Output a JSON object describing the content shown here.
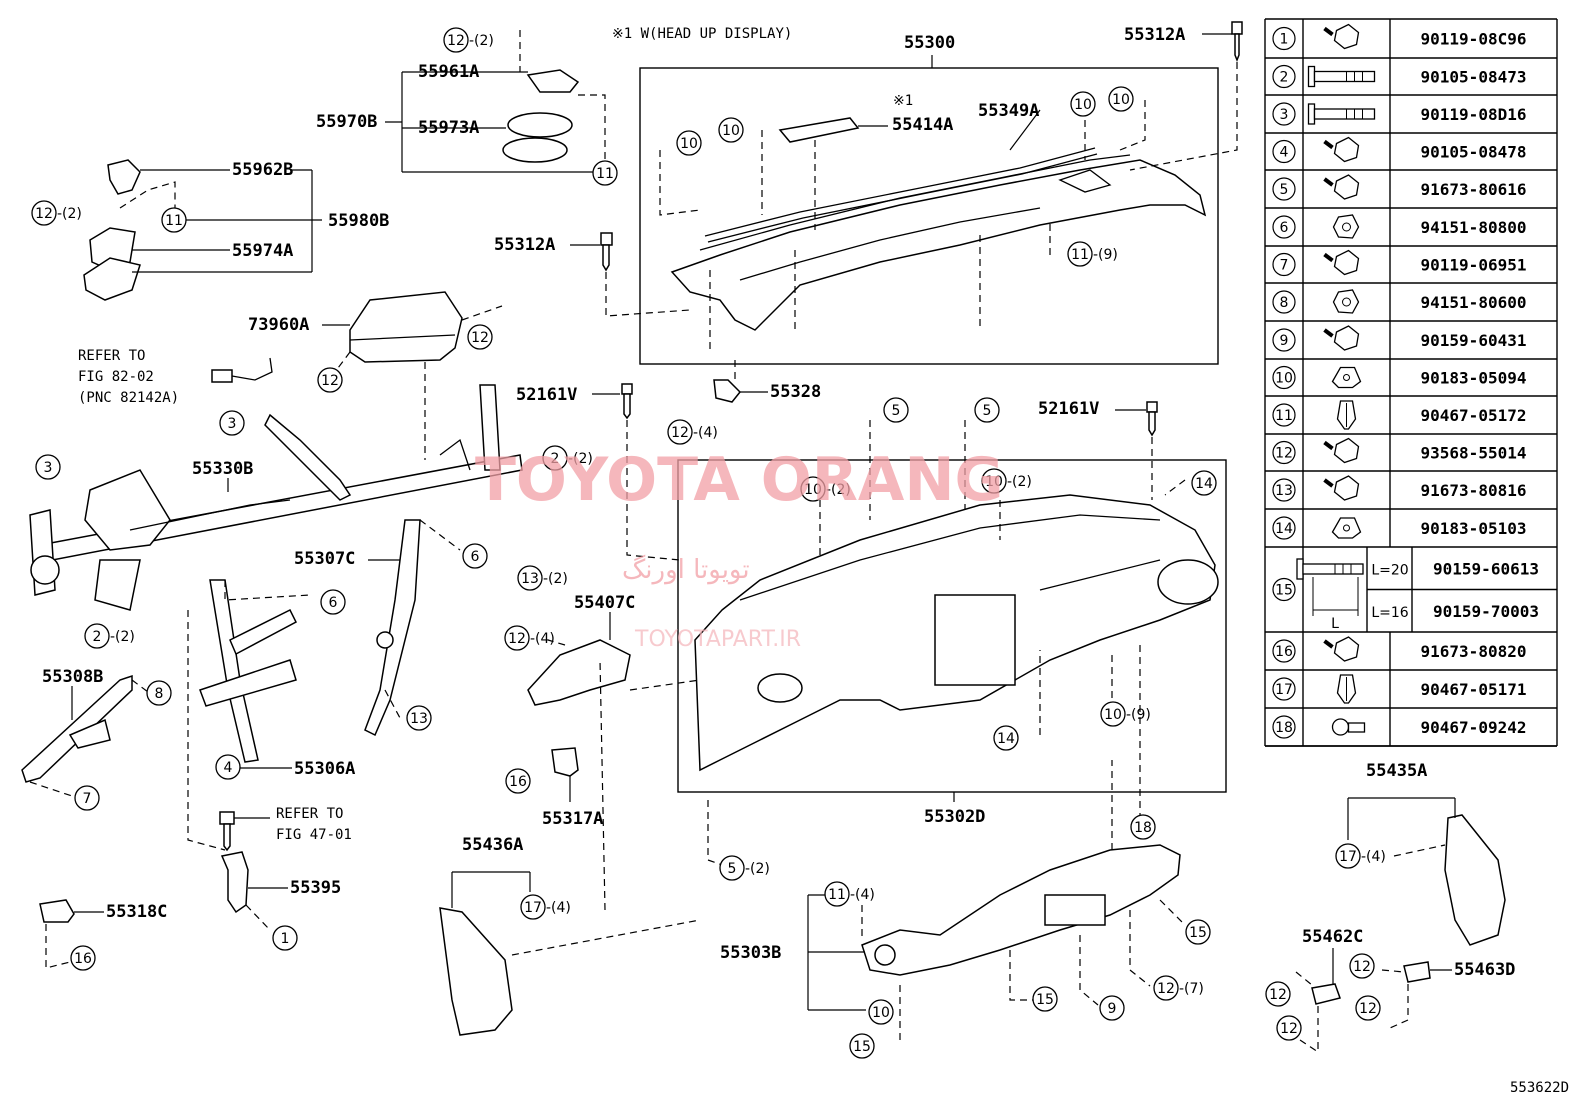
{
  "header_note": "※1  W(HEAD UP DISPLAY)",
  "diagram_code": "553622D",
  "watermark": {
    "brand": "TOYOTA ORANG",
    "persian": "تویوتا اورنگ",
    "site": "TOYOTAPART.IR"
  },
  "part_numbers": {
    "p55300": "55300",
    "p55312A_top": "55312A",
    "p55312A_mid": "55312A",
    "p55961A": "55961A",
    "p55970B": "55970B",
    "p55973A": "55973A",
    "p55962B": "55962B",
    "p55980B": "55980B",
    "p55974A": "55974A",
    "p55414A": "55414A",
    "p55349A": "55349A",
    "p73960A": "73960A",
    "p52161V_left": "52161V",
    "p52161V_right": "52161V",
    "p55328": "55328",
    "p55330B": "55330B",
    "p55307C": "55307C",
    "p55407C": "55407C",
    "p55308B": "55308B",
    "p55306A": "55306A",
    "p55317A": "55317A",
    "p55302D": "55302D",
    "p55436A": "55436A",
    "p55395": "55395",
    "p55318C": "55318C",
    "p55303B": "55303B",
    "p55435A": "55435A",
    "p55462C": "55462C",
    "p55463D": "55463D"
  },
  "notes": {
    "refer1_l1": "REFER TO",
    "refer1_l2": "FIG 82-02",
    "refer1_l3": "(PNC 82142A)",
    "refer2_l1": "REFER TO",
    "refer2_l2": "FIG 47-01",
    "mark1": "※1"
  },
  "callouts": {
    "c12_2_top": {
      "num": "12",
      "qty": "-(2)"
    },
    "c11_a": {
      "num": "11",
      "qty": ""
    },
    "c12_2_left": {
      "num": "12",
      "qty": "-(2)"
    },
    "c11_b": {
      "num": "11",
      "qty": ""
    },
    "c10_a": {
      "num": "10",
      "qty": ""
    },
    "c10_b": {
      "num": "10",
      "qty": ""
    },
    "c10_c": {
      "num": "10",
      "qty": ""
    },
    "c10_d": {
      "num": "10",
      "qty": ""
    },
    "c11_9": {
      "num": "11",
      "qty": "-(9)"
    },
    "c12_a": {
      "num": "12",
      "qty": ""
    },
    "c12_b": {
      "num": "12",
      "qty": ""
    },
    "c12_4_a": {
      "num": "12",
      "qty": "-(4)"
    },
    "c3_a": {
      "num": "3",
      "qty": ""
    },
    "c3_b": {
      "num": "3",
      "qty": ""
    },
    "c2_2_a": {
      "num": "2",
      "qty": "-(2)"
    },
    "c5_a": {
      "num": "5",
      "qty": ""
    },
    "c5_b": {
      "num": "5",
      "qty": ""
    },
    "c10_2_a": {
      "num": "10",
      "qty": "-(2)"
    },
    "c10_2_b": {
      "num": "10",
      "qty": "-(2)"
    },
    "c14_a": {
      "num": "14",
      "qty": ""
    },
    "c6_a": {
      "num": "6",
      "qty": ""
    },
    "c6_b": {
      "num": "6",
      "qty": ""
    },
    "c13_2": {
      "num": "13",
      "qty": "-(2)"
    },
    "c2_2_b": {
      "num": "2",
      "qty": "-(2)"
    },
    "c8": {
      "num": "8",
      "qty": ""
    },
    "c12_4_b": {
      "num": "12",
      "qty": "-(4)"
    },
    "c13": {
      "num": "13",
      "qty": ""
    },
    "c4": {
      "num": "4",
      "qty": ""
    },
    "c7": {
      "num": "7",
      "qty": ""
    },
    "c16_a": {
      "num": "16",
      "qty": ""
    },
    "c14_b": {
      "num": "14",
      "qty": ""
    },
    "c10_9": {
      "num": "10",
      "qty": "-(9)"
    },
    "c18": {
      "num": "18",
      "qty": ""
    },
    "c1": {
      "num": "1",
      "qty": ""
    },
    "c5_2": {
      "num": "5",
      "qty": "-(2)"
    },
    "c17_4_a": {
      "num": "17",
      "qty": "-(4)"
    },
    "c16_b": {
      "num": "16",
      "qty": ""
    },
    "c11_4": {
      "num": "11",
      "qty": "-(4)"
    },
    "c10_e": {
      "num": "10",
      "qty": ""
    },
    "c15_a": {
      "num": "15",
      "qty": ""
    },
    "c15_b": {
      "num": "15",
      "qty": ""
    },
    "c15_c": {
      "num": "15",
      "qty": ""
    },
    "c9": {
      "num": "9",
      "qty": ""
    },
    "c12_7": {
      "num": "12",
      "qty": "-(7)"
    },
    "c17_4_b": {
      "num": "17",
      "qty": "-(4)"
    },
    "c12_c": {
      "num": "12",
      "qty": ""
    },
    "c12_d": {
      "num": "12",
      "qty": ""
    },
    "c12_e": {
      "num": "12",
      "qty": ""
    },
    "c12_f": {
      "num": "12",
      "qty": ""
    }
  },
  "fastener_table": [
    {
      "num": "1",
      "icon": "bolt-flange-icon",
      "part": "90119-08C96"
    },
    {
      "num": "2",
      "icon": "long-bolt-icon",
      "part": "90105-08473"
    },
    {
      "num": "3",
      "icon": "long-bolt-icon",
      "part": "90119-08D16"
    },
    {
      "num": "4",
      "icon": "bolt-flange-icon",
      "part": "90105-08478"
    },
    {
      "num": "5",
      "icon": "bolt-flange-icon",
      "part": "91673-80616"
    },
    {
      "num": "6",
      "icon": "hex-nut-icon",
      "part": "94151-80800"
    },
    {
      "num": "7",
      "icon": "bolt-flange-icon",
      "part": "90119-06951"
    },
    {
      "num": "8",
      "icon": "hex-nut-icon",
      "part": "94151-80600"
    },
    {
      "num": "9",
      "icon": "bolt-flange-icon",
      "part": "90159-60431"
    },
    {
      "num": "10",
      "icon": "clip-nut-icon",
      "part": "90183-05094"
    },
    {
      "num": "11",
      "icon": "push-clip-icon",
      "part": "90467-05172"
    },
    {
      "num": "12",
      "icon": "bolt-flange-icon",
      "part": "93568-55014"
    },
    {
      "num": "13",
      "icon": "bolt-flange-icon",
      "part": "91673-80816"
    },
    {
      "num": "14",
      "icon": "clip-nut-icon",
      "part": "90183-05103"
    },
    {
      "num": "15",
      "icon": "long-bolt-icon",
      "variants": [
        {
          "L": "L=20",
          "part": "90159-60613"
        },
        {
          "L": "L=16",
          "part": "90159-70003"
        }
      ],
      "dim_label": "L"
    },
    {
      "num": "16",
      "icon": "bolt-flange-icon",
      "part": "91673-80820"
    },
    {
      "num": "17",
      "icon": "push-clip-icon",
      "part": "90467-05171"
    },
    {
      "num": "18",
      "icon": "push-rivet-icon",
      "part": "90467-09242"
    }
  ]
}
